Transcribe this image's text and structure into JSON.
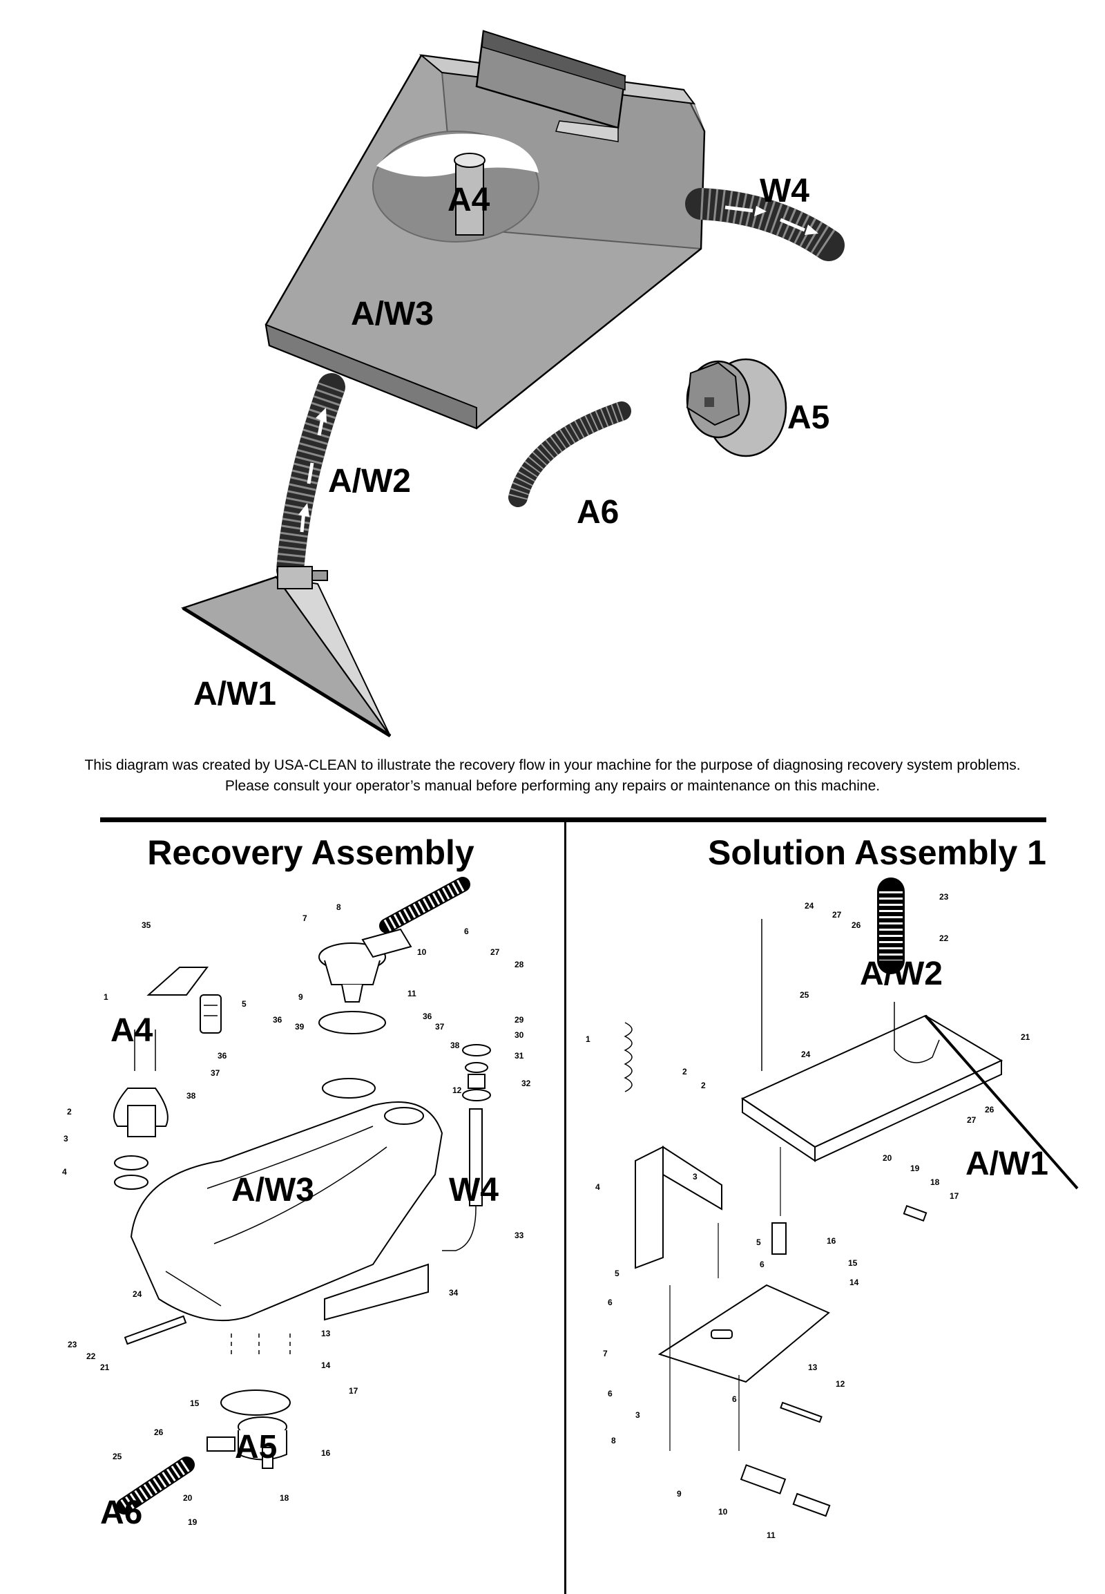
{
  "top_diagram": {
    "labels": {
      "a4": "A4",
      "w4": "W4",
      "aw3": "A/W3",
      "a5": "A5",
      "aw2": "A/W2",
      "a6": "A6",
      "aw1": "A/W1"
    }
  },
  "caption": {
    "line1": "This diagram was created by USA-CLEAN to illustrate the recovery flow in your machine for the purpose of diagnosing recovery system problems.",
    "line2": "Please consult your operator’s manual before performing any repairs or maintenance on this machine."
  },
  "recovery_assembly": {
    "title": "Recovery Assembly",
    "callouts": {
      "a4": "A4",
      "aw3": "A/W3",
      "w4": "W4",
      "a5": "A5",
      "a6": "A6"
    },
    "part_numbers": [
      "1",
      "2",
      "3",
      "4",
      "5",
      "6",
      "7",
      "8",
      "9",
      "10",
      "11",
      "12",
      "13",
      "14",
      "15",
      "16",
      "17",
      "18",
      "19",
      "20",
      "21",
      "22",
      "23",
      "24",
      "25",
      "26",
      "27",
      "28",
      "29",
      "30",
      "31",
      "32",
      "33",
      "34",
      "35",
      "36",
      "36",
      "36",
      "37",
      "37",
      "38",
      "38",
      "39"
    ]
  },
  "solution_assembly": {
    "title": "Solution Assembly 1",
    "callouts": {
      "aw2": "A/W2",
      "aw1": "A/W1"
    },
    "part_numbers": [
      "1",
      "2",
      "2",
      "3",
      "3",
      "4",
      "5",
      "5",
      "6",
      "6",
      "6",
      "6",
      "7",
      "8",
      "9",
      "10",
      "11",
      "12",
      "13",
      "14",
      "15",
      "16",
      "17",
      "18",
      "19",
      "20",
      "21",
      "22",
      "23",
      "24",
      "24",
      "25",
      "26",
      "26",
      "27",
      "27"
    ]
  },
  "colors": {
    "tank_gray": "#a9a9a9",
    "tank_dark": "#7c7c7c",
    "hose_dark": "#2b2b2b",
    "line": "#000000",
    "paper": "#ffffff"
  }
}
